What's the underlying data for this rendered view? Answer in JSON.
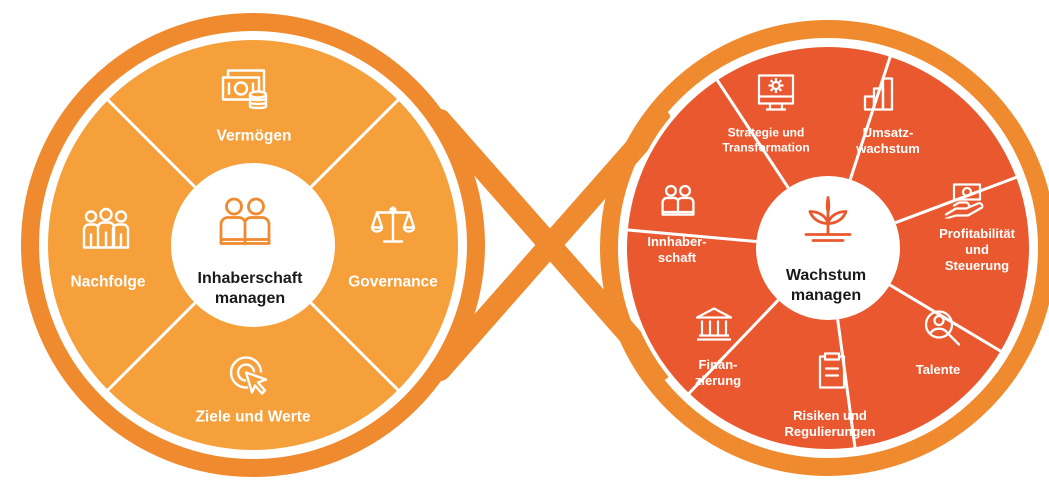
{
  "colors": {
    "ring": "#f08a2e",
    "left_fill": "#f5a03b",
    "right_fill": "#e9582f",
    "divider": "#ffffff",
    "center_fill": "#ffffff",
    "center_text": "#1a1a1a",
    "left_icon": "#f08a2e",
    "right_icon": "#e9582f"
  },
  "left": {
    "center_label": "Inhaberschaft\nmanagen",
    "center_icon": "people-book-icon",
    "segments": [
      {
        "label": "Vermögen",
        "icon": "money-coins-icon"
      },
      {
        "label": "Governance",
        "icon": "scales-icon"
      },
      {
        "label": "Ziele und Werte",
        "icon": "target-cursor-icon"
      },
      {
        "label": "Nachfolge",
        "icon": "group-people-icon"
      }
    ]
  },
  "right": {
    "center_label": "Wachstum\nmanagen",
    "center_icon": "sprout-icon",
    "segments": [
      {
        "label": "Umsatz-\nwachstum",
        "icon": "bar-chart-icon"
      },
      {
        "label": "Profitabilität\nund Steuerung",
        "icon": "money-hand-icon"
      },
      {
        "label": "Talente",
        "icon": "person-search-icon"
      },
      {
        "label": "Risiken und\nRegulierungen",
        "icon": "clipboard-icon"
      },
      {
        "label": "Finan-\nzierung",
        "icon": "bank-icon"
      },
      {
        "label": "Innhaber-\nschaft",
        "icon": "people-book-icon"
      },
      {
        "label": "Strategie und\nTransformation",
        "icon": "gear-monitor-icon"
      }
    ]
  }
}
